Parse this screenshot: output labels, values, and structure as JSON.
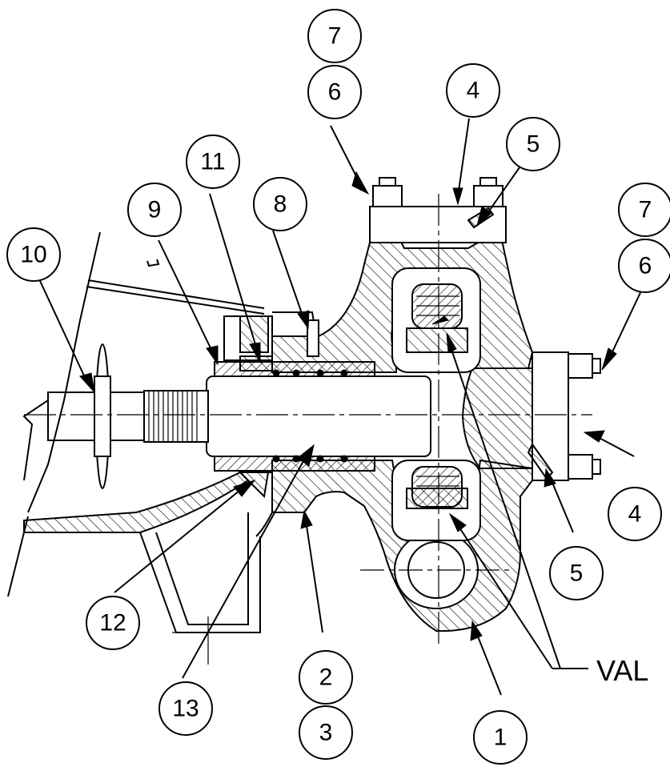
{
  "callouts": [
    {
      "id": "c7a",
      "label": "7"
    },
    {
      "id": "c6a",
      "label": "6"
    },
    {
      "id": "c4a",
      "label": "4"
    },
    {
      "id": "c5a",
      "label": "5"
    },
    {
      "id": "c11",
      "label": "11"
    },
    {
      "id": "c9",
      "label": "9"
    },
    {
      "id": "c8",
      "label": "8"
    },
    {
      "id": "c10",
      "label": "10"
    },
    {
      "id": "c7b",
      "label": "7"
    },
    {
      "id": "c6b",
      "label": "6"
    },
    {
      "id": "c4b",
      "label": "4"
    },
    {
      "id": "c5b",
      "label": "5"
    },
    {
      "id": "c12",
      "label": "12"
    },
    {
      "id": "c2",
      "label": "2"
    },
    {
      "id": "c3",
      "label": "3"
    },
    {
      "id": "c13",
      "label": "13"
    },
    {
      "id": "c1",
      "label": "1"
    }
  ],
  "valve_label": "VAL"
}
